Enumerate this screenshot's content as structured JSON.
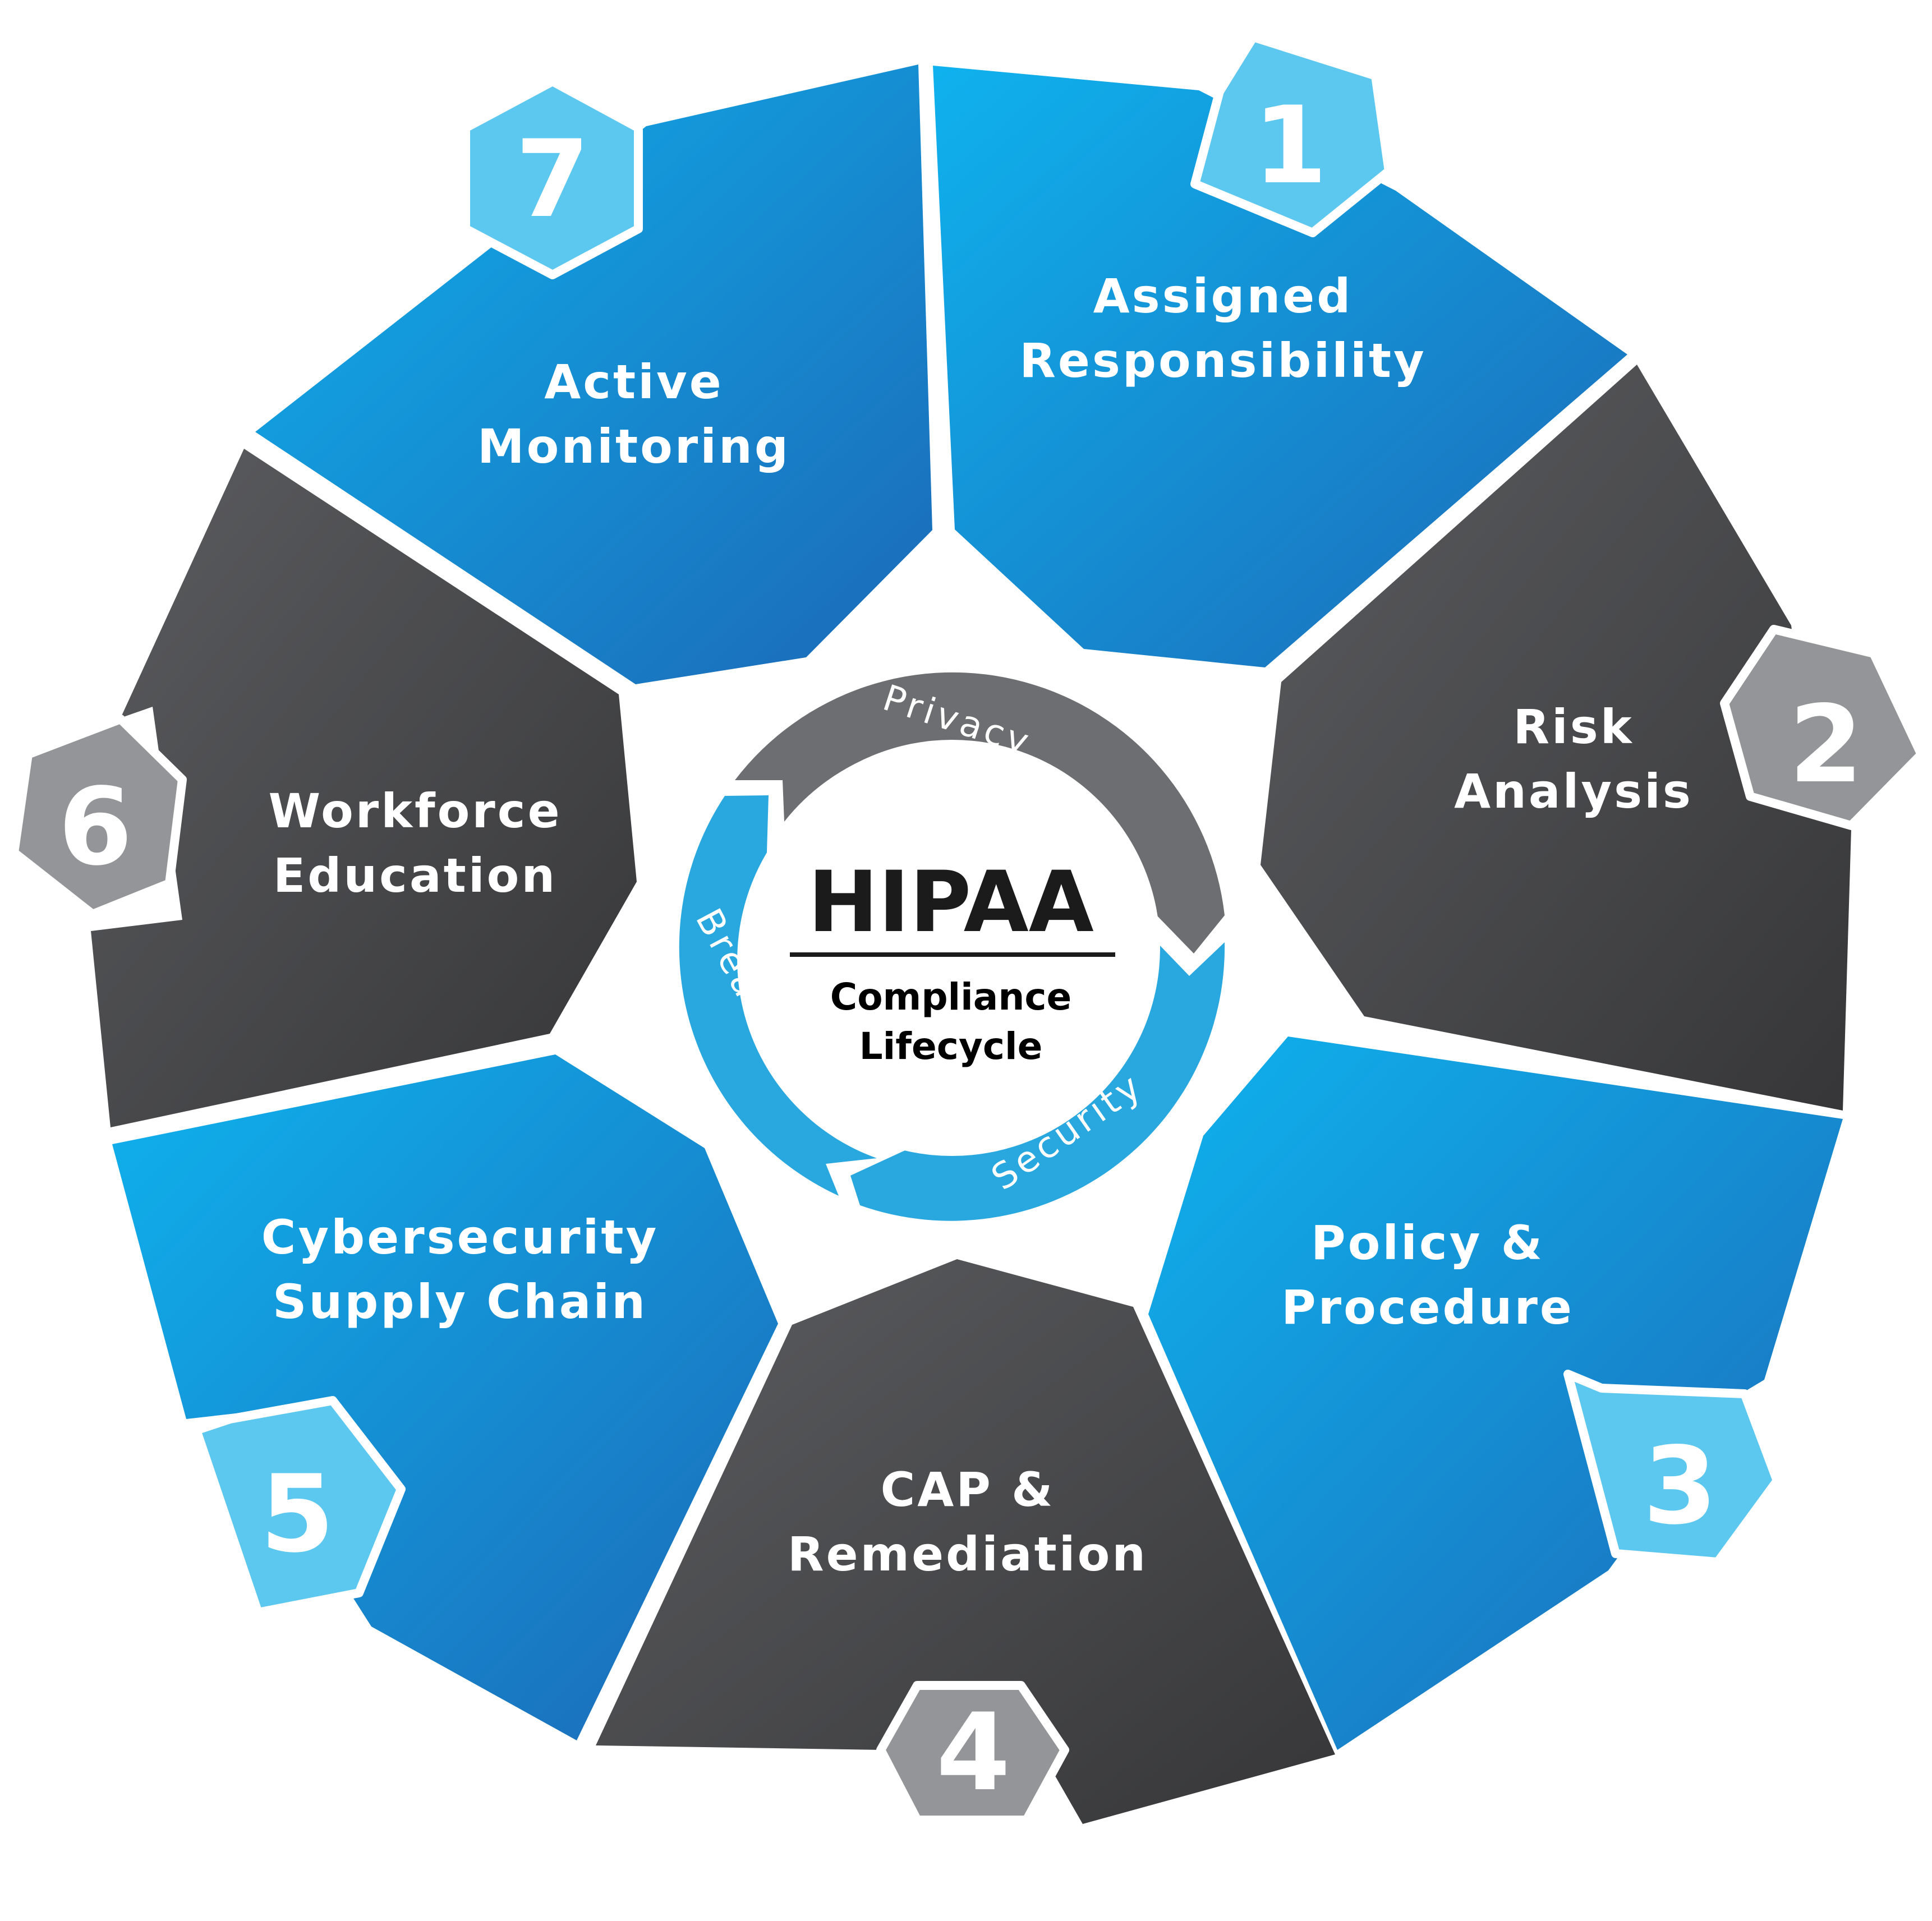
{
  "center": {
    "title": "HIPAA",
    "subtitle_line1": "Compliance",
    "subtitle_line2": "Lifecycle"
  },
  "ring": {
    "privacy": "Privacy",
    "security": "Security",
    "breach": "Breach"
  },
  "steps": [
    {
      "number": "1",
      "line1": "Assigned",
      "line2": "Responsibility",
      "style": "blue"
    },
    {
      "number": "2",
      "line1": "Risk",
      "line2": "Analysis",
      "style": "dark"
    },
    {
      "number": "3",
      "line1": "Policy &",
      "line2": "Procedure",
      "style": "blue"
    },
    {
      "number": "4",
      "line1": "CAP &",
      "line2": "Remediation",
      "style": "dark"
    },
    {
      "number": "5",
      "line1": "Cybersecurity",
      "line2": "Supply Chain",
      "style": "blue"
    },
    {
      "number": "6",
      "line1": "Workforce",
      "line2": "Education",
      "style": "dark"
    },
    {
      "number": "7",
      "line1": "Active",
      "line2": "Monitoring",
      "style": "blue"
    }
  ],
  "colors": {
    "blue_light": "#0eaeea",
    "blue_dark": "#1a6fba",
    "dark_light": "#5a5b5e",
    "dark_dark": "#3a3a3c",
    "badge_blue": "#5dc8ef",
    "badge_gray": "#939598",
    "ring_gray": "#6d6e71",
    "ring_blue": "#29a8e0"
  }
}
